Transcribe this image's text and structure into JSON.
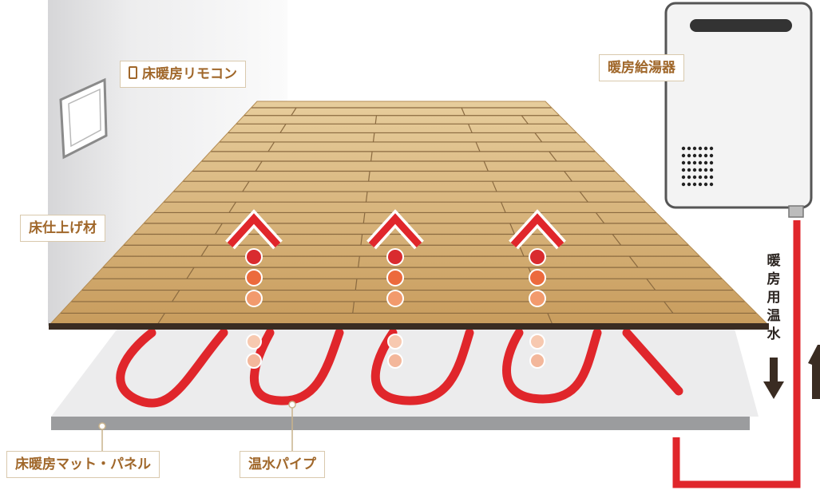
{
  "labels": {
    "remote": "床暖房リモコン",
    "boiler": "暖房給湯器",
    "finish": "床仕上げ材",
    "mat": "床暖房マット・パネル",
    "pipe": "温水パイプ",
    "hotwater": "暖房用温水"
  },
  "colors": {
    "pipe": "#e0262b",
    "wood": "#d8b37d",
    "wood_line": "#8a6a40",
    "floor_edge": "#3a2c22",
    "mat": "#eceded",
    "arrow_dark": "#3a2c22",
    "label_text": "#a0672a"
  }
}
